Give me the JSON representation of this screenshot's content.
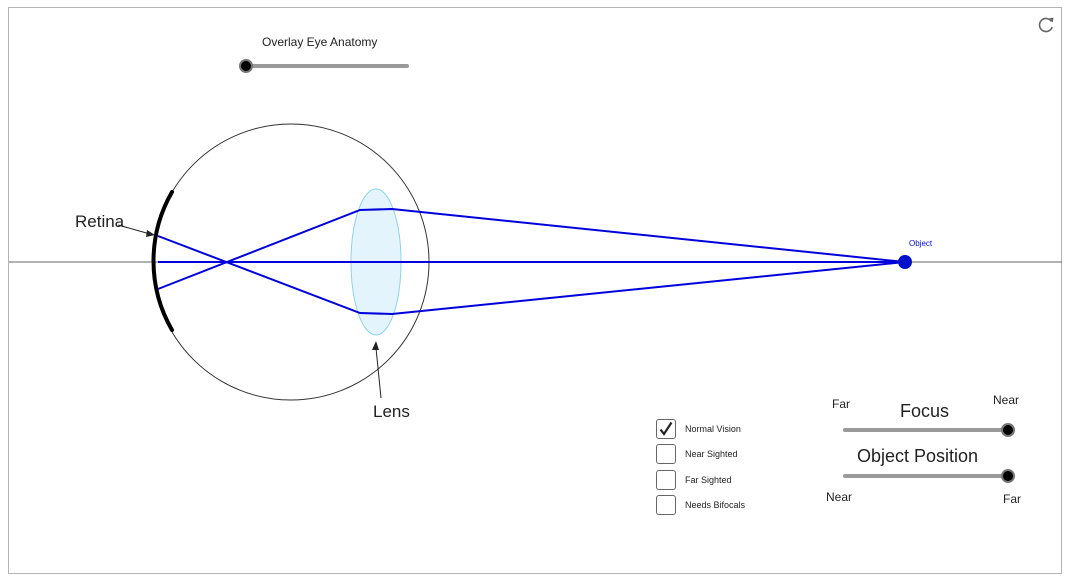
{
  "app": {
    "reset_icon": "refresh-icon"
  },
  "overlay": {
    "label": "Overlay Eye Anatomy",
    "value": 0
  },
  "diagram": {
    "retina_label": "Retina",
    "lens_label": "Lens",
    "object_label": "Object",
    "ray_color": "#0000dd",
    "object_color": "#0011cc",
    "lens_fill": "#e4f4fd",
    "lens_stroke": "#8ed2ee",
    "axis_color": "#666666"
  },
  "vision_options": [
    {
      "label": "Normal Vision",
      "checked": true
    },
    {
      "label": "Near Sighted",
      "checked": false
    },
    {
      "label": "Far Sighted",
      "checked": false
    },
    {
      "label": "Needs Bifocals",
      "checked": false
    }
  ],
  "focus": {
    "title": "Focus",
    "min_label": "Far",
    "max_label": "Near",
    "value": 1
  },
  "object_position": {
    "title": "Object Position",
    "min_label": "Near",
    "max_label": "Far",
    "value": 1
  }
}
